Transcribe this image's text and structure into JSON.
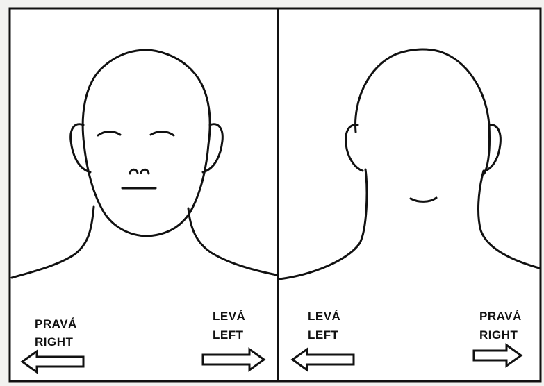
{
  "front_panel": {
    "upper_left_label": "PRAVÁ",
    "lower_left_label": "RIGHT",
    "upper_right_label": "LEVÁ",
    "lower_right_label": "LEFT"
  },
  "back_panel": {
    "upper_left_label": "LEVÁ",
    "lower_left_label": "LEFT",
    "upper_right_label": "PRAVÁ",
    "lower_right_label": "RIGHT"
  },
  "colors": {
    "ink": "#111111",
    "paper": "#ffffff",
    "scan_edge": "#f2f2f0"
  }
}
